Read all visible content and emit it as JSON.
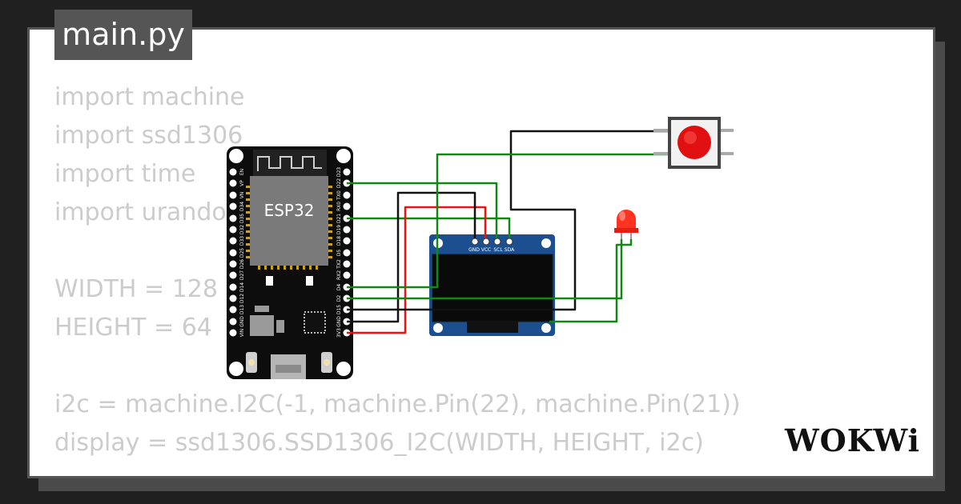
{
  "file_tab": {
    "label": "main.py"
  },
  "code_lines": [
    "import machine",
    "import ssd1306",
    "import time",
    "import urandom",
    "",
    "WIDTH = 128",
    "HEIGHT = 64",
    "",
    "i2c = machine.I2C(-1, machine.Pin(22), machine.Pin(21))",
    "display = ssd1306.SSD1306_I2C(WIDTH, HEIGHT, i2c)"
  ],
  "esp32": {
    "chip_label": "ESP32",
    "left_pins": [
      "EN",
      "VP",
      "VN",
      "D34",
      "D35",
      "D32",
      "D33",
      "D25",
      "D26",
      "D27",
      "D14",
      "D12",
      "D13",
      "GND",
      "VIN"
    ],
    "right_pins": [
      "D23",
      "D22",
      "TX0",
      "RX0",
      "D21",
      "D19",
      "D18",
      "D5",
      "TX2",
      "RX2",
      "D4",
      "D2",
      "D15",
      "GND",
      "3V3"
    ]
  },
  "oled": {
    "pins": [
      "GND",
      "VCC",
      "SCL",
      "SDA"
    ]
  },
  "brand": {
    "name": "WOKWi"
  },
  "colors": {
    "wire_green": "#118811",
    "wire_red": "#ee1111",
    "wire_black": "#111111",
    "board": "#0d0d0d",
    "oled_pcb": "#1b4f8f",
    "button_red": "#e01010",
    "led_red": "#ff3322"
  }
}
